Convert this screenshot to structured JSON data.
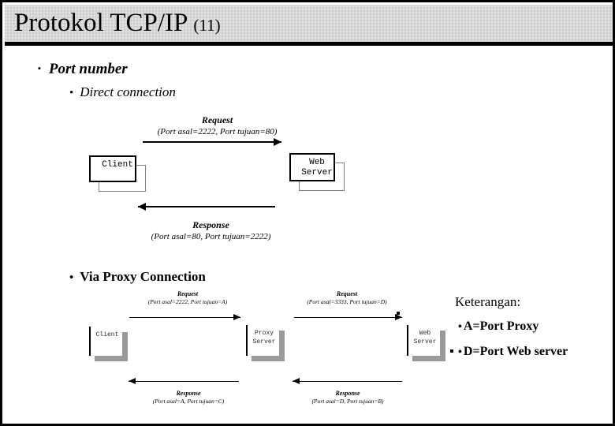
{
  "slide": {
    "title_main": "Protokol TCP/IP",
    "title_suffix": "(11)"
  },
  "bullets": {
    "level1": {
      "mark": "▪",
      "text": "Port number"
    },
    "direct": {
      "mark": "•",
      "text": "Direct connection"
    },
    "proxy": {
      "mark": "•",
      "text": "Via Proxy Connection"
    }
  },
  "diagram_direct": {
    "client_label": "Client",
    "server_label_line1": "Web",
    "server_label_line2": "Server",
    "request_title": "Request",
    "request_sub": "(Port asal=2222, Port tujuan=80)",
    "response_title": "Response",
    "response_sub": "(Port asal=80, Port tujuan=2222)"
  },
  "diagram_proxy": {
    "client_label": "Client",
    "proxy_label_line1": "Proxy",
    "proxy_label_line2": "Server",
    "web_label_line1": "Web",
    "web_label_line2": "Server",
    "request_left_title": "Request",
    "request_left_sub": "(Port asal=2222, Port tujuan=A)",
    "request_right_title": "Request",
    "request_right_sub": "(Port asal=3333, Port tujuan=D)",
    "response_left_title": "Response",
    "response_left_sub": "(Port asal=A, Port tujuan=C)",
    "response_right_title": "Response",
    "response_right_sub": "(Port asal=D, Port tujuan=B)"
  },
  "legend": {
    "heading": "Keterangan:",
    "items": [
      {
        "mark": "•",
        "text": "A=Port Proxy"
      },
      {
        "mark": "•",
        "text": "D=Port Web server"
      }
    ]
  },
  "colors": {
    "title_bar_bg": "#d6d6d6",
    "shadow_gray": "#9a9a9a",
    "outline_gray": "#808080",
    "ink": "#000000",
    "page_bg": "#ffffff"
  }
}
